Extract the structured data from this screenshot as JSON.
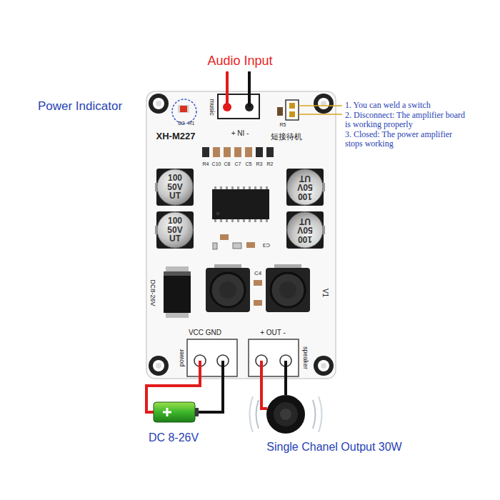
{
  "diagram": {
    "nodes": [
      {
        "text": [
          "100 50V UT"
        ]
      },
      {
        "text": [
          "100 50V UT"
        ]
      },
      {
        "text": [
          "100 50V UT"
        ]
      },
      {
        "text": [
          "100 50V UT"
        ]
      }
    ],
    "labels": [
      "Audio Input",
      "Power Indicator",
      "music",
      "+ NI -",
      "D2",
      "R1",
      "XH-M227",
      "R5",
      "短接待机",
      "1. You can weld a switch",
      "2. Disconnect: The amplifier board is working properly",
      "3. Closed: The power amplifier stops working",
      "R4",
      "C10",
      "C8",
      "C7",
      "C5",
      "R3",
      "R2",
      "C3",
      "DC8-26V",
      "C4",
      "V1",
      "VCC GND",
      "+ OUT -",
      "power",
      "speaker",
      "DC 8-26V",
      "Single Chanel Output 30W"
    ]
  }
}
